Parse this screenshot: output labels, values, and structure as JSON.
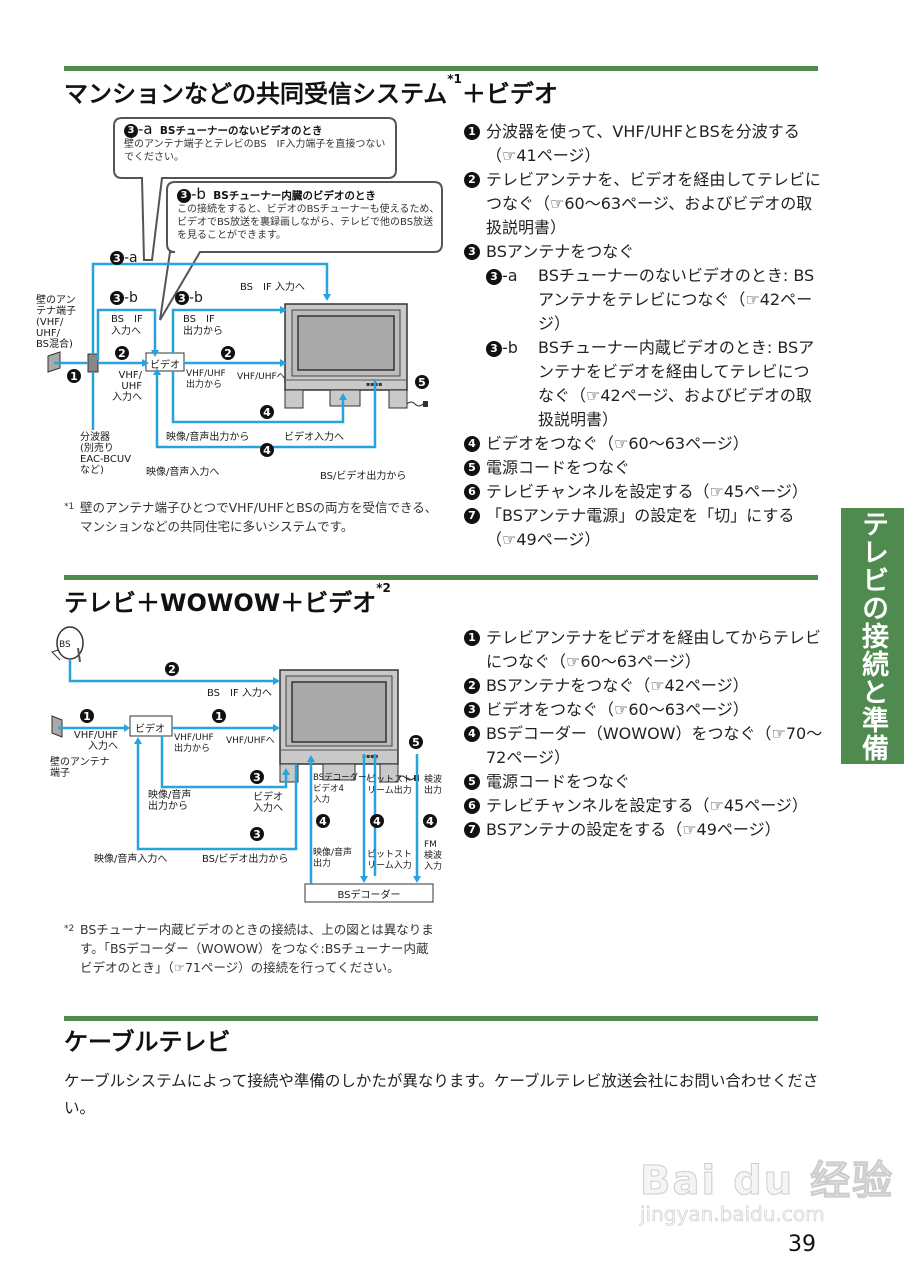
{
  "section1": {
    "title": "マンションなどの共同受信システム",
    "title_sup": "*1",
    "title_suffix": "＋ビデオ",
    "bubble_a": {
      "label": "3",
      "sub": "-a",
      "title": "BSチューナーのないビデオのとき",
      "text": "壁のアンテナ端子とテレビのBS　IF入力端子を直接つないでください。"
    },
    "bubble_b": {
      "label": "3",
      "sub": "-b",
      "title": "BSチューナー内臓のビデオのとき",
      "text": "この接続をすると、ビデオのBSチューナーも使えるため、ビデオでBS放送を裏録画しながら、テレビで他のBS放送を見ることができます。"
    },
    "diagram": {
      "label_3a": "-a",
      "label_3b_left": "-b",
      "label_3b_right": "-b",
      "wall_terminal": [
        "壁のアン",
        "テナ端子",
        "(VHF/",
        "UHF/",
        "BS混合)"
      ],
      "splitter": [
        "分波器",
        "(別売り",
        "EAC-BCUV",
        "など)"
      ],
      "bs_if_in_top": "BS　IF 入力へ",
      "bs_if_in_left": [
        "BS　IF",
        "入力へ"
      ],
      "bs_if_out": [
        "BS　IF",
        "出力から"
      ],
      "vhf_uhf_in": [
        "VHF/",
        "UHF",
        "入力へ"
      ],
      "video": "ビデオ",
      "vhf_uhf_out": [
        "VHF/UHF",
        "出力から"
      ],
      "vhf_uhf_to": "VHF/UHFへ",
      "av_out": "映像/音声出力から",
      "video_in": "ビデオ入力へ",
      "av_in": "映像/音声入力へ",
      "bs_video_out": "BS/ビデオ出力から"
    },
    "steps": [
      {
        "num": "1",
        "text": "分波器を使って、VHF/UHFとBSを分波する（☞41ページ）"
      },
      {
        "num": "2",
        "text": "テレビアンテナを、ビデオを経由してテレビにつなぐ（☞60〜63ページ、およびビデオの取扱説明書）"
      },
      {
        "num": "3",
        "text": "BSアンテナをつなぐ"
      },
      {
        "num": "4",
        "text": "ビデオをつなぐ（☞60〜63ページ）"
      },
      {
        "num": "5",
        "text": "電源コードをつなぐ"
      },
      {
        "num": "6",
        "text": "テレビチャンネルを設定する（☞45ページ）"
      },
      {
        "num": "7",
        "text": "「BSアンテナ電源」の設定を「切」にする（☞49ページ）"
      }
    ],
    "substeps": [
      {
        "num": "3",
        "sub": "-a",
        "text": "BSチューナーのないビデオのとき: BSアンテナをテレビにつなぐ（☞42ページ）"
      },
      {
        "num": "3",
        "sub": "-b",
        "text": "BSチューナー内蔵ビデオのとき: BSアンテナをビデオを経由してテレビにつなぐ（☞42ページ、およびビデオの取扱説明書）"
      }
    ],
    "note_mark": "*1",
    "note": "壁のアンテナ端子ひとつでVHF/UHFとBSの両方を受信できる、マンションなどの共同住宅に多いシステムです。"
  },
  "section2": {
    "title": "テレビ＋WOWOW＋ビデオ",
    "title_sup": "*2",
    "diagram": {
      "bs_dish": "BS",
      "bs_if_in": "BS　IF 入力へ",
      "vhf_uhf_in": [
        "VHF/UHF",
        "入力へ"
      ],
      "wall_terminal": [
        "壁のアンテナ",
        "端子"
      ],
      "video": "ビデオ",
      "vhf_uhf_out": [
        "VHF/UHF",
        "出力から"
      ],
      "vhf_uhf_to": "VHF/UHFへ",
      "av_out": [
        "映像/音声",
        "出力から"
      ],
      "video_in": [
        "ビデオ",
        "入力へ"
      ],
      "av_in": "映像/音声入力へ",
      "bs_video_out": "BS/ビデオ出力から",
      "decoder_video4_in": [
        "BSデコーダー/",
        "ビデオ4",
        "入力"
      ],
      "bitstream_out": [
        "ビットスト",
        "リーム出力"
      ],
      "detect_out": [
        "検波",
        "出力"
      ],
      "av_output": [
        "映像/音声",
        "出力"
      ],
      "bitstream_in": [
        "ビットスト",
        "リーム入力"
      ],
      "fm_detect_in": [
        "FM",
        "検波",
        "入力"
      ],
      "decoder": "BSデコーダー"
    },
    "steps": [
      {
        "num": "1",
        "text": "テレビアンテナをビデオを経由してからテレビにつなぐ（☞60〜63ページ）"
      },
      {
        "num": "2",
        "text": "BSアンテナをつなぐ（☞42ページ）"
      },
      {
        "num": "3",
        "text": "ビデオをつなぐ（☞60〜63ページ）"
      },
      {
        "num": "4",
        "text": "BSデコーダー（WOWOW）をつなぐ（☞70〜72ページ）"
      },
      {
        "num": "5",
        "text": "電源コードをつなぐ"
      },
      {
        "num": "6",
        "text": "テレビチャンネルを設定する（☞45ページ）"
      },
      {
        "num": "7",
        "text": "BSアンテナの設定をする（☞49ページ）"
      }
    ],
    "note_mark": "*2",
    "note": "BSチューナー内蔵ビデオのときの接続は、上の図とは異なります。「BSデコーダー（WOWOW）をつなぐ:BSチューナー内蔵ビデオのとき」（☞71ページ）の接続を行ってください。"
  },
  "section3": {
    "title": "ケーブルテレビ",
    "text": "ケーブルシステムによって接続や準備のしかたが異なります。ケーブルテレビ放送会社にお問い合わせください。"
  },
  "side_tab": "テレビの接続と準備",
  "page_number": "39",
  "watermark": {
    "big": "Bai du 经验",
    "small": "jingyan.baidu.com"
  },
  "colors": {
    "accent_green": "#4f8a4f",
    "cable_blue": "#29a3dd"
  }
}
